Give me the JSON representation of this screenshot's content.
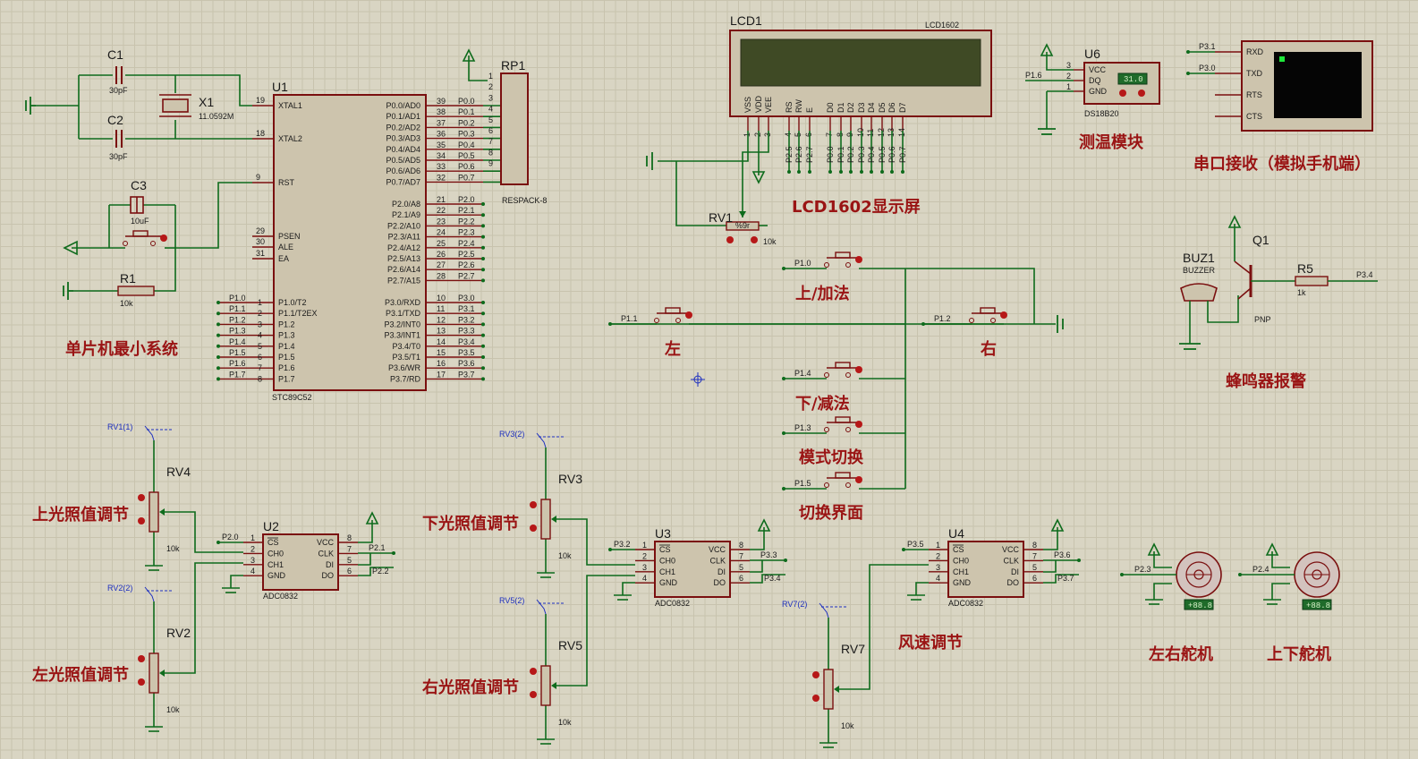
{
  "section_labels": {
    "mcu_min": "单片机最小系统",
    "lcd": "LCD1602显示屏",
    "temp": "测温模块",
    "uart": "串口接收（模拟手机端）",
    "buzzer": "蜂鸣器报警",
    "up": "上/加法",
    "left": "左",
    "right": "右",
    "down": "下/减法",
    "mode": "模式切换",
    "screen": "切换界面",
    "top_light": "上光照值调节",
    "left_light": "左光照值调节",
    "bottom_light": "下光照值调节",
    "right_light": "右光照值调节",
    "wind": "风速调节",
    "servo_lr": "左右舵机",
    "servo_ud": "上下舵机"
  },
  "components": {
    "u1": {
      "ref": "U1",
      "part": "STC89C52"
    },
    "c1": {
      "ref": "C1",
      "value": "30pF"
    },
    "c2": {
      "ref": "C2",
      "value": "30pF"
    },
    "c3": {
      "ref": "C3",
      "value": "10uF"
    },
    "x1": {
      "ref": "X1",
      "value": "11.0592M"
    },
    "r1": {
      "ref": "R1",
      "value": "10k"
    },
    "rp1": {
      "ref": "RP1",
      "part": "RESPACK-8"
    },
    "lcd1": {
      "ref": "LCD1",
      "part": "LCD1602"
    },
    "rv1": {
      "ref": "RV1",
      "value": "10k",
      "display": "%9r"
    },
    "u6": {
      "ref": "U6",
      "part": "DS18B20",
      "reading": "31.0"
    },
    "buz1": {
      "ref": "BUZ1",
      "part": "BUZZER"
    },
    "q1": {
      "ref": "Q1",
      "part": "PNP"
    },
    "r5": {
      "ref": "R5",
      "value": "1k"
    },
    "u2": {
      "ref": "U2",
      "part": "ADC0832"
    },
    "u3": {
      "ref": "U3",
      "part": "ADC0832"
    },
    "u4": {
      "ref": "U4",
      "part": "ADC0832"
    },
    "rv4": {
      "ref": "RV4",
      "value": "10k",
      "probe": "RV1(1)"
    },
    "rv2": {
      "ref": "RV2",
      "value": "10k",
      "probe": "RV2(2)"
    },
    "rv3": {
      "ref": "RV3",
      "value": "10k",
      "probe": "RV3(2)"
    },
    "rv5": {
      "ref": "RV5",
      "value": "10k",
      "probe": "RV5(2)"
    },
    "rv7": {
      "ref": "RV7",
      "value": "10k",
      "probe": "RV7(2)"
    },
    "servo1": {
      "readout": "+88.8"
    },
    "servo2": {
      "readout": "+88.8"
    }
  },
  "u1_left_pins": [
    {
      "num": "19",
      "name": "XTAL1"
    },
    {
      "num": "18",
      "name": "XTAL2"
    },
    {
      "num": "9",
      "name": "RST"
    },
    {
      "num": "29",
      "name": "PSEN"
    },
    {
      "num": "30",
      "name": "ALE"
    },
    {
      "num": "31",
      "name": "EA"
    }
  ],
  "u1_p1_pins": [
    {
      "num": "1",
      "name": "P1.0/T2",
      "net": "P1.0"
    },
    {
      "num": "2",
      "name": "P1.1/T2EX",
      "net": "P1.1"
    },
    {
      "num": "3",
      "name": "P1.2",
      "net": "P1.2"
    },
    {
      "num": "4",
      "name": "P1.3",
      "net": "P1.3"
    },
    {
      "num": "5",
      "name": "P1.4",
      "net": "P1.4"
    },
    {
      "num": "6",
      "name": "P1.5",
      "net": "P1.5"
    },
    {
      "num": "7",
      "name": "P1.6",
      "net": "P1.6"
    },
    {
      "num": "8",
      "name": "P1.7",
      "net": "P1.7"
    }
  ],
  "u1_right_pins": [
    {
      "num": "39",
      "name": "P0.0/AD0",
      "net": "P0.0"
    },
    {
      "num": "38",
      "name": "P0.1/AD1",
      "net": "P0.1"
    },
    {
      "num": "37",
      "name": "P0.2/AD2",
      "net": "P0.2"
    },
    {
      "num": "36",
      "name": "P0.3/AD3",
      "net": "P0.3"
    },
    {
      "num": "35",
      "name": "P0.4/AD4",
      "net": "P0.4"
    },
    {
      "num": "34",
      "name": "P0.5/AD5",
      "net": "P0.5"
    },
    {
      "num": "33",
      "name": "P0.6/AD6",
      "net": "P0.6"
    },
    {
      "num": "32",
      "name": "P0.7/AD7",
      "net": "P0.7"
    },
    {
      "num": "21",
      "name": "P2.0/A8",
      "net": "P2.0"
    },
    {
      "num": "22",
      "name": "P2.1/A9",
      "net": "P2.1"
    },
    {
      "num": "23",
      "name": "P2.2/A10",
      "net": "P2.2"
    },
    {
      "num": "24",
      "name": "P2.3/A11",
      "net": "P2.3"
    },
    {
      "num": "25",
      "name": "P2.4/A12",
      "net": "P2.4"
    },
    {
      "num": "26",
      "name": "P2.5/A13",
      "net": "P2.5"
    },
    {
      "num": "27",
      "name": "P2.6/A14",
      "net": "P2.6"
    },
    {
      "num": "28",
      "name": "P2.7/A15",
      "net": "P2.7"
    },
    {
      "num": "10",
      "name": "P3.0/RXD",
      "net": "P3.0"
    },
    {
      "num": "11",
      "name": "P3.1/TXD",
      "net": "P3.1"
    },
    {
      "num": "12",
      "name": "P3.2/INT0",
      "net": "P3.2"
    },
    {
      "num": "13",
      "name": "P3.3/INT1",
      "net": "P3.3"
    },
    {
      "num": "14",
      "name": "P3.4/T0",
      "net": "P3.4"
    },
    {
      "num": "15",
      "name": "P3.5/T1",
      "net": "P3.5"
    },
    {
      "num": "16",
      "name": "P3.6/WR",
      "net": "P3.6"
    },
    {
      "num": "17",
      "name": "P3.7/RD",
      "net": "P3.7"
    }
  ],
  "lcd_pins": [
    {
      "name": "VSS",
      "num": "1"
    },
    {
      "name": "VDD",
      "num": "2"
    },
    {
      "name": "VEE",
      "num": "3"
    },
    {
      "name": "RS",
      "num": "4"
    },
    {
      "name": "RW",
      "num": "5"
    },
    {
      "name": "E",
      "num": "6"
    },
    {
      "name": "D0",
      "num": "7"
    },
    {
      "name": "D1",
      "num": "8"
    },
    {
      "name": "D2",
      "num": "9"
    },
    {
      "name": "D3",
      "num": "10"
    },
    {
      "name": "D4",
      "num": "11"
    },
    {
      "name": "D5",
      "num": "12"
    },
    {
      "name": "D6",
      "num": "13"
    },
    {
      "name": "D7",
      "num": "14"
    }
  ],
  "lcd_nets": [
    "P2.5",
    "P2.6",
    "P2.7",
    "P0.0",
    "P0.1",
    "P0.2",
    "P0.3",
    "P0.4",
    "P0.5",
    "P0.6",
    "P0.7"
  ],
  "rp1_pins": [
    "1",
    "2",
    "3",
    "4",
    "5",
    "6",
    "7",
    "8",
    "9"
  ],
  "u6_pins": [
    {
      "name": "VCC",
      "num": "3"
    },
    {
      "name": "DQ",
      "num": "2"
    },
    {
      "name": "GND",
      "num": "1"
    }
  ],
  "u6_net": "P1.6",
  "uart_pins": [
    "RXD",
    "TXD",
    "RTS",
    "CTS"
  ],
  "uart_nets": [
    "P3.1",
    "P3.0"
  ],
  "r5_net": "P3.4",
  "button_nets": {
    "up": "P1.0",
    "left": "P1.1",
    "right": "P1.2",
    "down": "P1.4",
    "mode": "P1.3",
    "screen": "P1.5"
  },
  "adc_pins": [
    {
      "left": "CS",
      "lnum": "1",
      "right": "VCC",
      "rnum": "8"
    },
    {
      "left": "CH0",
      "lnum": "2",
      "right": "CLK",
      "rnum": "7"
    },
    {
      "left": "CH1",
      "lnum": "3",
      "right": "DI",
      "rnum": "5"
    },
    {
      "left": "GND",
      "lnum": "4",
      "right": "DO",
      "rnum": "6"
    }
  ],
  "u2_nets": {
    "cs": "P2.0",
    "clk": "P2.1",
    "do": "P2.2"
  },
  "u3_nets": {
    "cs": "P3.2",
    "clk": "P3.3",
    "do": "P3.4"
  },
  "u4_nets": {
    "cs": "P3.5",
    "clk": "P3.6",
    "do": "P3.7"
  },
  "servo_nets": {
    "s1": "P2.3",
    "s2": "P2.4"
  }
}
